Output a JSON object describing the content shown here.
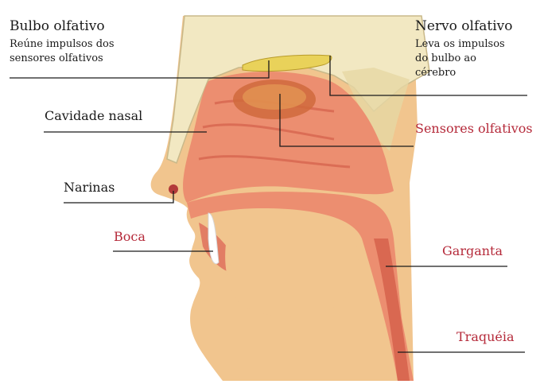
{
  "labels": {
    "bulbo_title": "Bulbo olfativo",
    "bulbo_desc_1": "Reúne impulsos dos",
    "bulbo_desc_2": "sensores olfativos",
    "nervo_title": "Nervo olfativo",
    "nervo_desc_1": "Leva os impulsos",
    "nervo_desc_2": "do bulbo ao",
    "nervo_desc_3": "cérebro",
    "cavidade": "Cavidade nasal",
    "sensores": "Sensores olfativos",
    "narinas": "Narinas",
    "boca": "Boca",
    "garganta": "Garganta",
    "traqueia": "Traquéia"
  },
  "colors": {
    "skin": "#f1c58e",
    "tissue": "#ec8e70",
    "tissue_dark": "#d45f4a",
    "bone": "#f2e8c2",
    "bulb": "#e9d25a",
    "label_red": "#b52a3a",
    "label_dark": "#1a1a1a"
  }
}
